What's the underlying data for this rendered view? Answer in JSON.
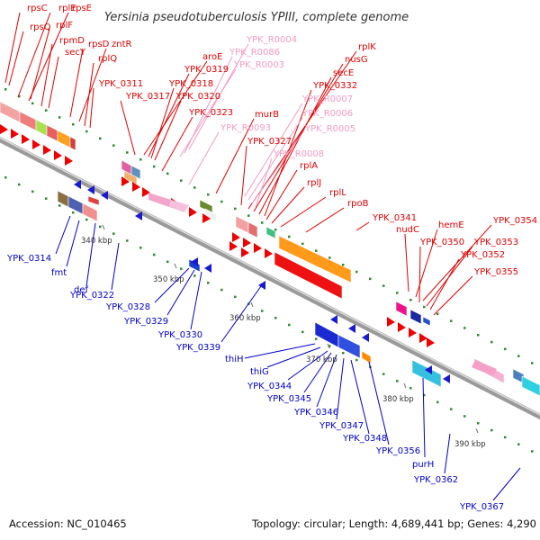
{
  "title": "Yersinia pseudotuberculosis YPIII, complete genome",
  "footer": {
    "accession": "Accession: NC_010465",
    "summary": "Topology: circular; Length: 4,689,441 bp; Genes: 4,290"
  },
  "ticks": [
    "340 kbp",
    "350 kbp",
    "360 kbp",
    "370 kbp",
    "380 kbp",
    "390 kbp"
  ],
  "colors": {
    "forward_label": "#e00000",
    "reverse_label": "#0000cc",
    "rna_label": "#f29ac3",
    "backbone": "#888888"
  },
  "genes_forward": [
    "rpsC",
    "rplE",
    "rpsE",
    "rpsQ",
    "rplF",
    "rpmD",
    "secY",
    "rpsD",
    "zntR",
    "rplQ",
    "YPK_0311",
    "YPK_0317",
    "aroE",
    "YPK_0319",
    "YPK_0318",
    "YPK_0320",
    "YPK_0323",
    "murB",
    "YPK_0327",
    "rplK",
    "nusG",
    "secE",
    "YPK_0332",
    "rplA",
    "rplJ",
    "rplL",
    "rpoB",
    "YPK_0341",
    "nudC",
    "hemE",
    "YPK_0354",
    "YPK_0350",
    "YPK_0353",
    "YPK_0352",
    "YPK_0355"
  ],
  "genes_rna": [
    "YPK_R0004",
    "YPK_R0086",
    "YPK_R0003",
    "YPK_R0007",
    "YPK_R0006",
    "YPK_R0005",
    "YPK_R0093",
    "YPK_R0008"
  ],
  "genes_reverse": [
    "YPK_0314",
    "fmt",
    "def",
    "YPK_0322",
    "YPK_0328",
    "YPK_0329",
    "YPK_0330",
    "YPK_0339",
    "thiH",
    "thiG",
    "YPK_0344",
    "YPK_0345",
    "YPK_0346",
    "YPK_0347",
    "YPK_0348",
    "YPK_0356",
    "purH",
    "YPK_0362",
    "YPK_0367"
  ]
}
